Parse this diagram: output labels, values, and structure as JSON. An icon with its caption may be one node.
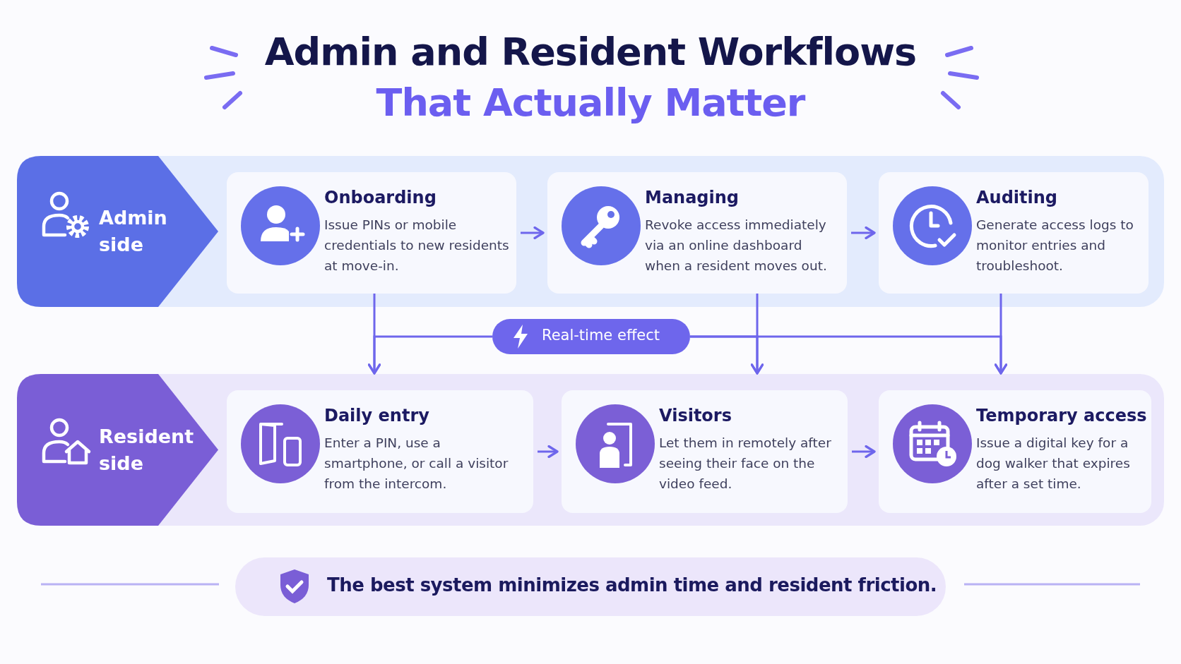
{
  "diagram": {
    "title": "Admin and Resident Workflows That Actually Matter",
    "nodes": [
      {
        "text": [
          "Admin side"
        ]
      },
      {
        "text": [
          "Onboarding",
          "Issue PINs or mobile credentials to new residents at move-in."
        ],
        "in": 0
      },
      {
        "text": [
          "Managing",
          "Revoke access immediately via an online dashboard when a resident moves out."
        ],
        "in": 0
      },
      {
        "text": [
          "Auditing",
          "Generate access logs to monitor entries and troubleshoot."
        ],
        "in": 0
      },
      {
        "text": [
          "Real-time effect"
        ]
      },
      {
        "text": [
          "Resident side"
        ]
      },
      {
        "text": [
          "Daily entry",
          "Enter a PIN, use a smartphone, or call a visitor from the intercom."
        ],
        "in": 5
      },
      {
        "text": [
          "Visitors",
          "Let them in remotely after seeing their face on the video feed."
        ],
        "in": 5
      },
      {
        "text": [
          "Temporary access",
          "Issue a digital key for a dog walker that expires after a set time."
        ],
        "in": 5
      },
      {
        "text": [
          "The best system minimizes admin time and resident friction."
        ]
      }
    ],
    "edges": [
      {
        "from": 1,
        "to": 2,
        "arrow": "to"
      },
      {
        "from": 2,
        "to": 3,
        "arrow": "to"
      },
      {
        "from": 6,
        "to": 7,
        "arrow": "to"
      },
      {
        "from": 7,
        "to": 8,
        "arrow": "to"
      },
      {
        "from": 1,
        "to": 6,
        "arrow": "to"
      },
      {
        "from": 2,
        "to": 7,
        "arrow": "to"
      },
      {
        "from": 3,
        "to": 8,
        "arrow": "to"
      },
      {
        "from": 4,
        "to": 6,
        "arrow": "to"
      },
      {
        "from": 4,
        "to": 7,
        "arrow": "to"
      },
      {
        "from": 4,
        "to": 8,
        "arrow": "to"
      }
    ]
  }
}
